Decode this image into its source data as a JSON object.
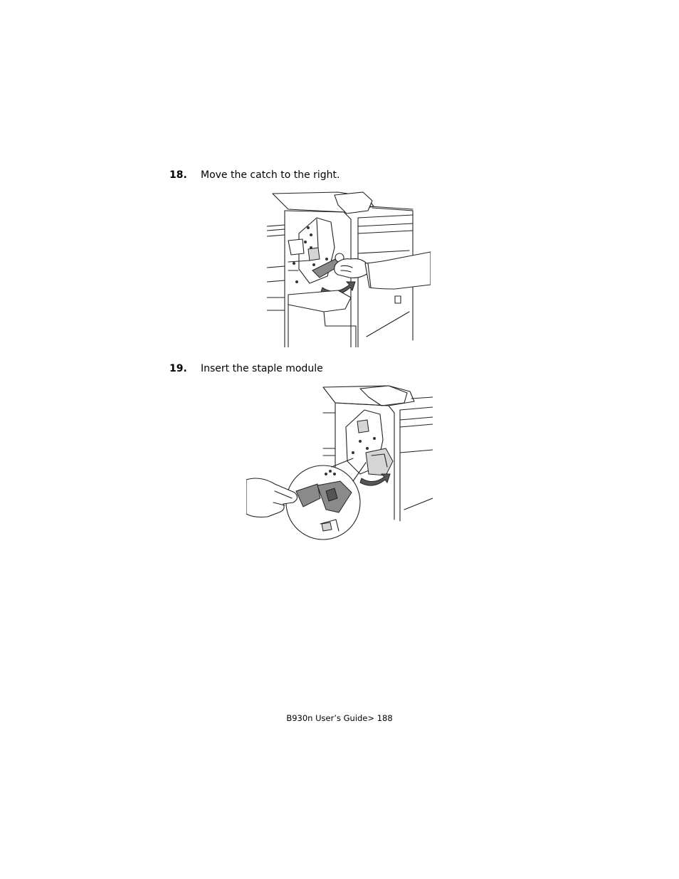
{
  "steps": [
    {
      "number": "18.",
      "text": "Move the catch to the right."
    },
    {
      "number": "19.",
      "text": "Insert the staple module"
    }
  ],
  "footer": "B930n User’s Guide> 188"
}
